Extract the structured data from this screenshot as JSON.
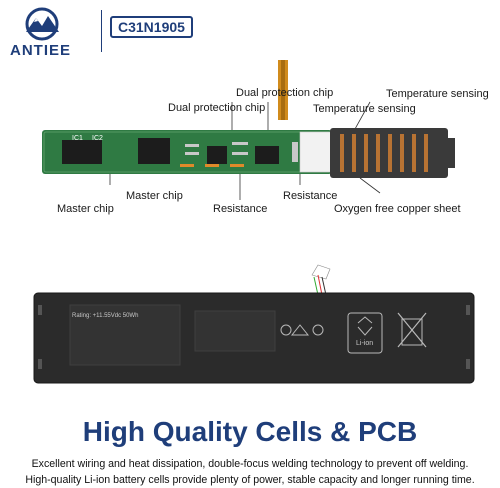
{
  "brand": {
    "name": "ANTIEE",
    "model": "C31N1905"
  },
  "callouts": {
    "dual_protection_top": "Dual protection chip",
    "temperature_top": "Temperature sensing",
    "dual_protection_mid": "Dual protection chip",
    "temperature_mid": "Temperature sensing",
    "master_mid": "Master chip",
    "resistance_mid": "Resistance",
    "master_low": "Master chip",
    "resistance_low": "Resistance",
    "copper_sheet": "Oxygen free copper sheet"
  },
  "pcb": {
    "ic1": "IC1",
    "ic2": "IC2"
  },
  "battery": {
    "rating_line": "Rating: +11.55Vdc 50Wh",
    "recycle_label": "Li-ion"
  },
  "heading": "High Quality Cells & PCB",
  "description": [
    "Excellent wiring and heat dissipation, double-focus welding technology to prevent off welding.",
    "High-quality Li-ion battery cells provide plenty of power, stable capacity and longer running time."
  ],
  "colors": {
    "brand": "#1f3e7a",
    "pcb": "#2f7a43",
    "copper": "#3a3a3a"
  }
}
